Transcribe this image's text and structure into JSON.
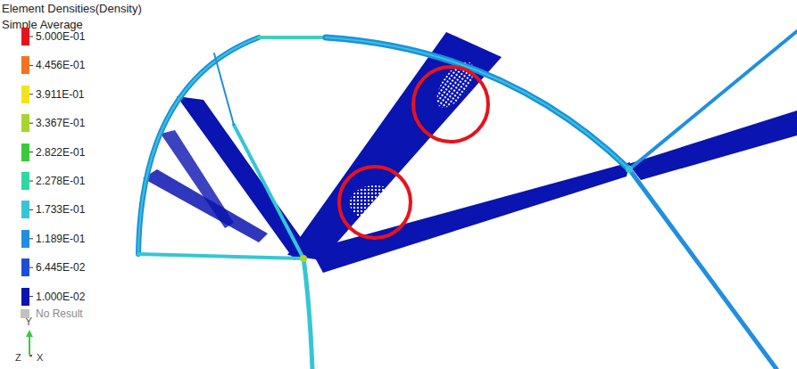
{
  "diagram": {
    "title": "Element Densities(Density)",
    "labels": [
      "Simple Average",
      "Y",
      "Z",
      "X"
    ],
    "legend": [
      {
        "text": "5.000E-01",
        "color": "#e8121b"
      },
      {
        "text": "4.456E-01",
        "color": "#f4731f"
      },
      {
        "text": "3.911E-01",
        "color": "#f2e31c"
      },
      {
        "text": "3.367E-01",
        "color": "#a6d62d"
      },
      {
        "text": "2.822E-01",
        "color": "#3cc93c"
      },
      {
        "text": "2.278E-01",
        "color": "#2fd8a0"
      },
      {
        "text": "1.733E-01",
        "color": "#35c6d6"
      },
      {
        "text": "1.189E-01",
        "color": "#1f8fe0"
      },
      {
        "text": "6.445E-02",
        "color": "#1c4fd6"
      },
      {
        "text": "1.000E-02",
        "color": "#0a14b0"
      },
      {
        "text": "No Result",
        "color": "#c0c0c0"
      }
    ]
  }
}
